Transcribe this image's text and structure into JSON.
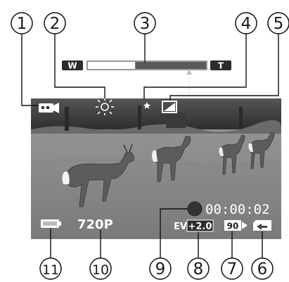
{
  "callouts": {
    "c1": "1",
    "c2": "2",
    "c3": "3",
    "c4": "4",
    "c5": "5",
    "c6": "6",
    "c7": "7",
    "c8": "8",
    "c9": "9",
    "c10": "10",
    "c11": "11"
  },
  "screen": {
    "zoom_wide": "W",
    "zoom_tele": "T",
    "zoom_level": 0.4,
    "resolution": "720P",
    "timecode": "00:00:02",
    "ev_label": "EV",
    "ev_value": "+2.0",
    "counter": "90"
  },
  "icons": {
    "mode": "video-camera-icon",
    "white_balance": "sun-icon",
    "night": "moon-star-icon",
    "frame": "frame-icon",
    "record": "record-dot-icon",
    "storage": "sd-card-icon",
    "battery": "battery-icon"
  },
  "colors": {
    "screen_grass": "#8c8c8c",
    "screen_trees": "#3a3a3a",
    "overlay_icons": "#ffffff",
    "badge_dark": "#2c2c2c",
    "callout_line": "#111111"
  }
}
